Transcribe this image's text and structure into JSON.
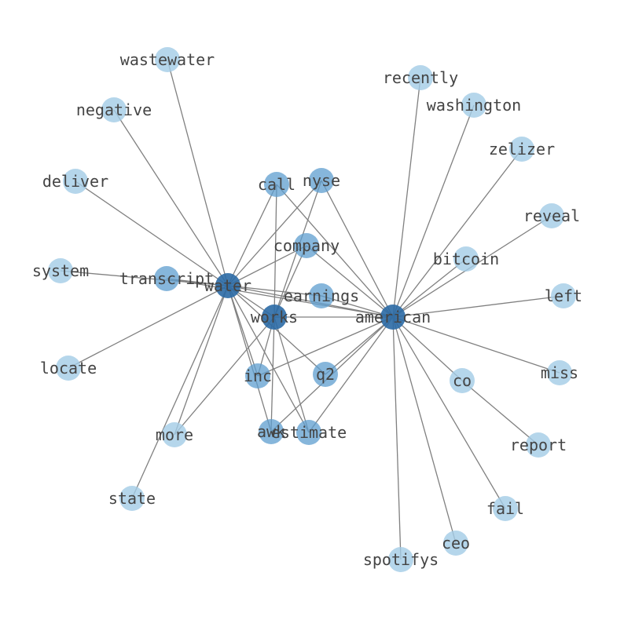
{
  "graph": {
    "nodes": [
      {
        "id": "water",
        "label": "water",
        "tier": "hub"
      },
      {
        "id": "american",
        "label": "american",
        "tier": "hub"
      },
      {
        "id": "works",
        "label": "works",
        "tier": "hub"
      },
      {
        "id": "call",
        "label": "call",
        "tier": "mid"
      },
      {
        "id": "nyse",
        "label": "nyse",
        "tier": "mid"
      },
      {
        "id": "company",
        "label": "company",
        "tier": "mid"
      },
      {
        "id": "earnings",
        "label": "earnings",
        "tier": "mid"
      },
      {
        "id": "transcript",
        "label": "transcript",
        "tier": "mid"
      },
      {
        "id": "inc",
        "label": "inc",
        "tier": "mid"
      },
      {
        "id": "q2",
        "label": "q2",
        "tier": "mid"
      },
      {
        "id": "awk",
        "label": "awk",
        "tier": "mid"
      },
      {
        "id": "estimate",
        "label": "estimate",
        "tier": "mid"
      },
      {
        "id": "wastewater",
        "label": "wastewater",
        "tier": "leaf"
      },
      {
        "id": "negative",
        "label": "negative",
        "tier": "leaf"
      },
      {
        "id": "deliver",
        "label": "deliver",
        "tier": "leaf"
      },
      {
        "id": "system",
        "label": "system",
        "tier": "leaf"
      },
      {
        "id": "locate",
        "label": "locate",
        "tier": "leaf"
      },
      {
        "id": "more",
        "label": "more",
        "tier": "leaf"
      },
      {
        "id": "state",
        "label": "state",
        "tier": "leaf"
      },
      {
        "id": "recently",
        "label": "recently",
        "tier": "leaf"
      },
      {
        "id": "washington",
        "label": "washington",
        "tier": "leaf"
      },
      {
        "id": "zelizer",
        "label": "zelizer",
        "tier": "leaf"
      },
      {
        "id": "reveal",
        "label": "reveal",
        "tier": "leaf"
      },
      {
        "id": "bitcoin",
        "label": "bitcoin",
        "tier": "leaf"
      },
      {
        "id": "left",
        "label": "left",
        "tier": "leaf"
      },
      {
        "id": "miss",
        "label": "miss",
        "tier": "leaf"
      },
      {
        "id": "co",
        "label": "co",
        "tier": "leaf"
      },
      {
        "id": "report",
        "label": "report",
        "tier": "leaf"
      },
      {
        "id": "fail",
        "label": "fail",
        "tier": "leaf"
      },
      {
        "id": "ceo",
        "label": "ceo",
        "tier": "leaf"
      },
      {
        "id": "spotifys",
        "label": "spotifys",
        "tier": "leaf"
      }
    ],
    "edges": [
      [
        "water",
        "wastewater"
      ],
      [
        "water",
        "negative"
      ],
      [
        "water",
        "deliver"
      ],
      [
        "water",
        "system"
      ],
      [
        "water",
        "locate"
      ],
      [
        "water",
        "more"
      ],
      [
        "water",
        "state"
      ],
      [
        "water",
        "transcript"
      ],
      [
        "water",
        "call"
      ],
      [
        "water",
        "nyse"
      ],
      [
        "water",
        "company"
      ],
      [
        "water",
        "earnings"
      ],
      [
        "water",
        "works"
      ],
      [
        "water",
        "inc"
      ],
      [
        "water",
        "q2"
      ],
      [
        "water",
        "awk"
      ],
      [
        "water",
        "estimate"
      ],
      [
        "water",
        "american"
      ],
      [
        "american",
        "recently"
      ],
      [
        "american",
        "washington"
      ],
      [
        "american",
        "zelizer"
      ],
      [
        "american",
        "reveal"
      ],
      [
        "american",
        "bitcoin"
      ],
      [
        "american",
        "left"
      ],
      [
        "american",
        "miss"
      ],
      [
        "american",
        "co"
      ],
      [
        "american",
        "fail"
      ],
      [
        "american",
        "ceo"
      ],
      [
        "american",
        "spotifys"
      ],
      [
        "american",
        "call"
      ],
      [
        "american",
        "nyse"
      ],
      [
        "american",
        "company"
      ],
      [
        "american",
        "earnings"
      ],
      [
        "american",
        "works"
      ],
      [
        "american",
        "inc"
      ],
      [
        "american",
        "q2"
      ],
      [
        "american",
        "awk"
      ],
      [
        "american",
        "estimate"
      ],
      [
        "american",
        "transcript"
      ],
      [
        "works",
        "call"
      ],
      [
        "works",
        "nyse"
      ],
      [
        "works",
        "company"
      ],
      [
        "works",
        "inc"
      ],
      [
        "works",
        "awk"
      ],
      [
        "works",
        "estimate"
      ],
      [
        "works",
        "more"
      ],
      [
        "co",
        "report"
      ]
    ]
  },
  "colors": {
    "hub": "#2b6aa5",
    "mid": "#5e9ecf",
    "leaf": "#a3cce6",
    "edge": "#808080",
    "label": "#444444"
  }
}
